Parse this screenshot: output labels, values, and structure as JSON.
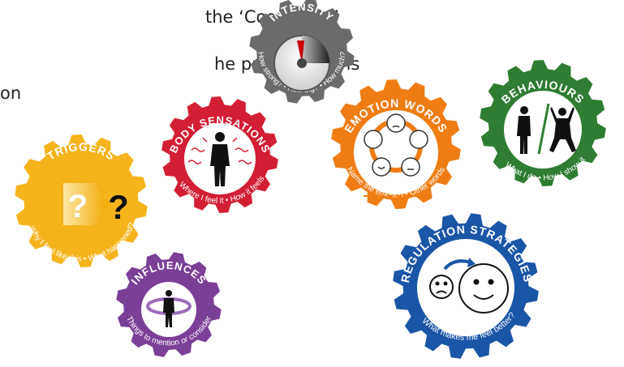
{
  "intro": {
    "line1": "the ‘Cog Model’",
    "line2": "he programme is",
    "line3": "on"
  },
  "cogs": [
    {
      "id": "intensity",
      "title": "INTENSITY",
      "subtitle": "How strong? • How big? • How much?",
      "color": "#6b6b6b",
      "icon": "gauge-icon"
    },
    {
      "id": "body",
      "title": "BODY SENSATIONS",
      "subtitle": "Where I feel it • How it feels",
      "color": "#d21f34",
      "icon": "body-figure-icon"
    },
    {
      "id": "emotion",
      "title": "EMOTION WORDS",
      "subtitle": "Name the emotion • Other words",
      "color": "#ef7d14",
      "icon": "emotion-faces-icon"
    },
    {
      "id": "behaviours",
      "title": "BEHAVIOURS",
      "subtitle": "What I do • How I show it",
      "color": "#2e7d32",
      "icon": "behaviour-figures-icon"
    },
    {
      "id": "triggers",
      "title": "TRIGGERS",
      "subtitle": "Why I feel like this • What happened?",
      "color": "#f5b41c",
      "icon": "question-arrow-icon"
    },
    {
      "id": "influences",
      "title": "INFLUENCES",
      "subtitle": "Things to mention or consider",
      "color": "#7b3f98",
      "icon": "person-cycle-icon"
    },
    {
      "id": "regulation",
      "title": "REGULATION STRATEGIES",
      "subtitle": "What makes me feel better?",
      "color": "#1a56a6",
      "icon": "sad-to-happy-icon"
    }
  ],
  "icons": {
    "triggers_question": "?"
  }
}
